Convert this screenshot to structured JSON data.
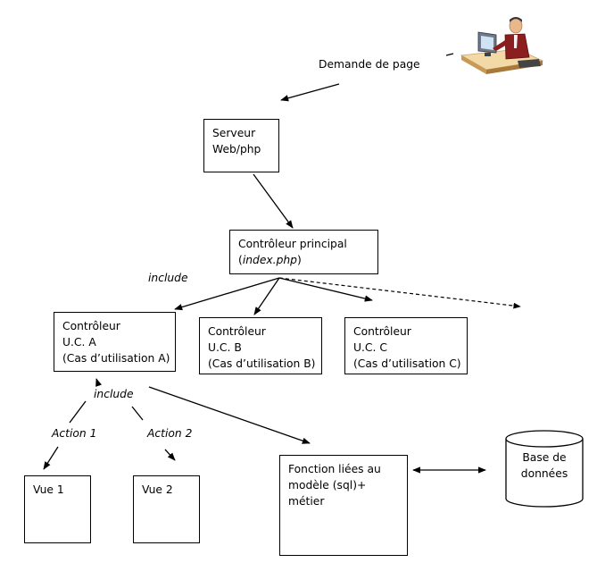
{
  "labels": {
    "demande": "Demande de page",
    "include_top": "include",
    "include_bottom": "include",
    "action1": "Action 1",
    "action2": "Action 2"
  },
  "nodes": {
    "serveur": {
      "line1": "Serveur",
      "line2": "Web/php"
    },
    "principal": {
      "line1": "Contrôleur principal",
      "line2_open": "(",
      "line2_file": "index.php",
      "line2_close": ")"
    },
    "uca": {
      "line1": "Contrôleur",
      "line2": "U.C. A",
      "line3": "(Cas d’utilisation A)"
    },
    "ucb": {
      "line1": "Contrôleur",
      "line2": "U.C. B",
      "line3": "(Cas d’utilisation B)"
    },
    "ucc": {
      "line1": "Contrôleur",
      "line2": "U.C. C",
      "line3": "(Cas d’utilisation C)"
    },
    "vue1": {
      "line1": "Vue 1"
    },
    "vue2": {
      "line1": "Vue 2"
    },
    "fonction": {
      "line1": "Fonction liées au",
      "line2": "modèle (sql)+",
      "line3": "métier"
    },
    "db": {
      "line1": "Base de",
      "line2": "données"
    }
  },
  "icons": {
    "user": "user-at-computer-icon",
    "database": "database-icon"
  }
}
